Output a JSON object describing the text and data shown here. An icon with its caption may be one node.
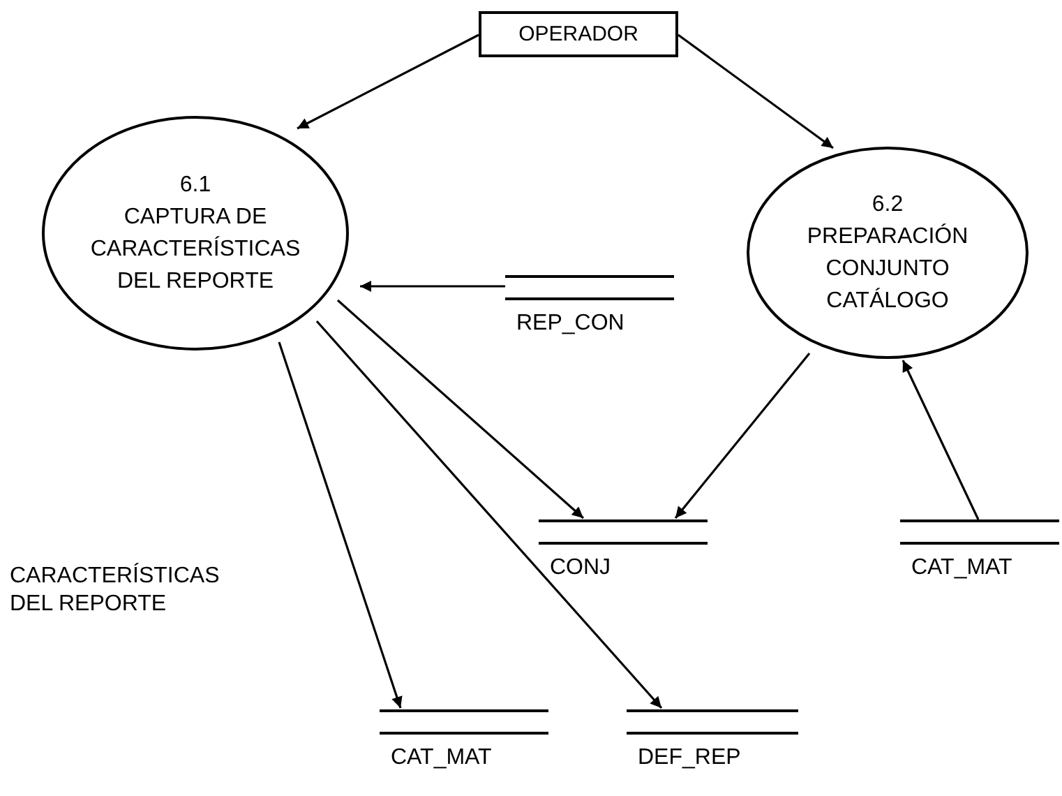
{
  "diagram": {
    "nodes": [
      {
        "text": [
          "OPERADOR"
        ]
      },
      {
        "text": [
          "6.1",
          "CAPTURA DE CARACTERÍSTICAS DEL REPORTE"
        ]
      },
      {
        "text": [
          "6.2",
          "PREPARACIÓN CONJUNTO CATÁLOGO"
        ]
      },
      {
        "text": [
          "REP_CON"
        ]
      },
      {
        "text": [
          "CONJ"
        ]
      },
      {
        "text": [
          "CAT_MAT"
        ]
      },
      {
        "text": [
          "CAT_MAT"
        ]
      },
      {
        "text": [
          "DEF_REP"
        ]
      }
    ],
    "edges": [
      {
        "from": 0,
        "to": 1,
        "arrow": "to"
      },
      {
        "from": 0,
        "to": 2,
        "arrow": "to"
      },
      {
        "from": 3,
        "to": 1,
        "arrow": "to"
      },
      {
        "from": 1,
        "to": 4,
        "arrow": "to"
      },
      {
        "from": 2,
        "to": 4,
        "arrow": "to"
      },
      {
        "from": 5,
        "to": 2,
        "arrow": "to"
      },
      {
        "from": 1,
        "to": 6,
        "arrow": "to"
      },
      {
        "from": 1,
        "to": 7,
        "arrow": "to"
      }
    ],
    "labels": [
      "CARACTERÍSTICAS DEL REPORTE"
    ]
  }
}
